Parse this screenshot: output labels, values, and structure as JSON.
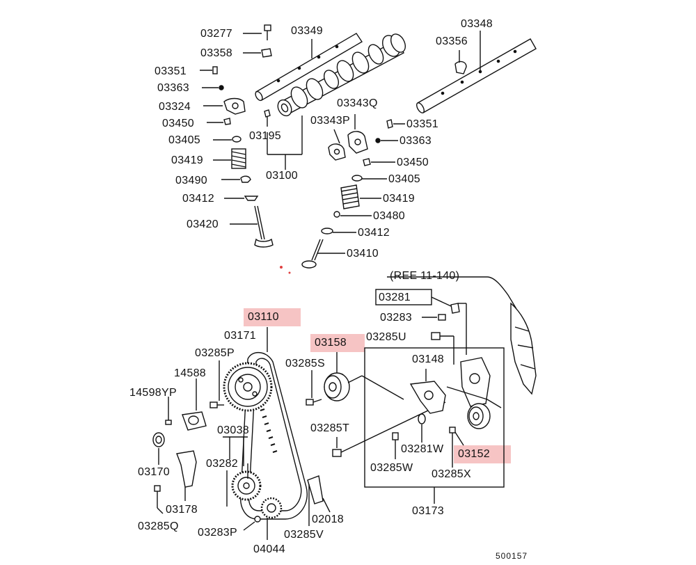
{
  "labels": [
    {
      "id": "p03277",
      "text": "03277"
    },
    {
      "id": "p03349",
      "text": "03349"
    },
    {
      "id": "p03358",
      "text": "03358"
    },
    {
      "id": "p03351a",
      "text": "03351"
    },
    {
      "id": "p03363a",
      "text": "03363"
    },
    {
      "id": "p03324",
      "text": "03324"
    },
    {
      "id": "p03450a",
      "text": "03450"
    },
    {
      "id": "p03405a",
      "text": "03405"
    },
    {
      "id": "p03195",
      "text": "03195"
    },
    {
      "id": "p03419a",
      "text": "03419"
    },
    {
      "id": "p03490",
      "text": "03490"
    },
    {
      "id": "p03100",
      "text": "03100"
    },
    {
      "id": "p03412a",
      "text": "03412"
    },
    {
      "id": "p03420",
      "text": "03420"
    },
    {
      "id": "p03348",
      "text": "03348"
    },
    {
      "id": "p03356",
      "text": "03356"
    },
    {
      "id": "p03343q",
      "text": "03343Q"
    },
    {
      "id": "p03343p",
      "text": "03343P"
    },
    {
      "id": "p03351b",
      "text": "03351"
    },
    {
      "id": "p03363b",
      "text": "03363"
    },
    {
      "id": "p03450b",
      "text": "03450"
    },
    {
      "id": "p03405b",
      "text": "03405"
    },
    {
      "id": "p03419b",
      "text": "03419"
    },
    {
      "id": "p03480",
      "text": "03480"
    },
    {
      "id": "p03412b",
      "text": "03412"
    },
    {
      "id": "p03410",
      "text": "03410"
    },
    {
      "id": "ref",
      "text": "(REE 11-140)"
    },
    {
      "id": "p03281",
      "text": "03281"
    },
    {
      "id": "p03283",
      "text": "03283"
    },
    {
      "id": "p03285u",
      "text": "03285U"
    },
    {
      "id": "p03110",
      "text": "03110"
    },
    {
      "id": "p03171",
      "text": "03171"
    },
    {
      "id": "p03158",
      "text": "03158"
    },
    {
      "id": "p03285p",
      "text": "03285P"
    },
    {
      "id": "p03285s",
      "text": "03285S"
    },
    {
      "id": "p03148",
      "text": "03148"
    },
    {
      "id": "p14588",
      "text": "14588"
    },
    {
      "id": "p14598yp",
      "text": "14598YP"
    },
    {
      "id": "p03038",
      "text": "03038"
    },
    {
      "id": "p03285t",
      "text": "03285T"
    },
    {
      "id": "p03281w",
      "text": "03281W"
    },
    {
      "id": "p03152",
      "text": "03152"
    },
    {
      "id": "p03282",
      "text": "03282"
    },
    {
      "id": "p03170",
      "text": "03170"
    },
    {
      "id": "p03285w",
      "text": "03285W"
    },
    {
      "id": "p03285x",
      "text": "03285X"
    },
    {
      "id": "p03178",
      "text": "03178"
    },
    {
      "id": "p03173",
      "text": "03173"
    },
    {
      "id": "p02018",
      "text": "02018"
    },
    {
      "id": "p03285q",
      "text": "03285Q"
    },
    {
      "id": "p03283p",
      "text": "03283P"
    },
    {
      "id": "p03285v",
      "text": "03285V"
    },
    {
      "id": "p04044",
      "text": "04044"
    }
  ],
  "highlighted": [
    "03110",
    "03158",
    "03152"
  ],
  "highlight_color": "#f6c4c4",
  "diagram_code": "500157"
}
